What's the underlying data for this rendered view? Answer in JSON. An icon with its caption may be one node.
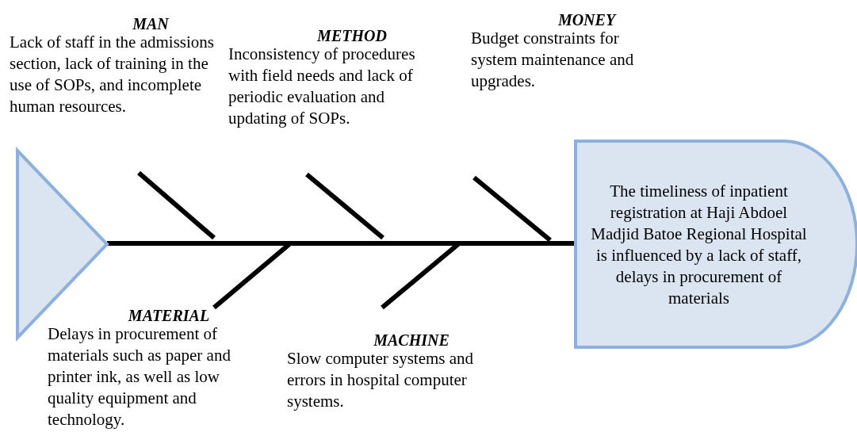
{
  "diagram": {
    "nodes": [
      {
        "text": [
          "MAN",
          "Lack of staff in the admissions section, lack of training in the use of SOPs, and incomplete human resources."
        ]
      },
      {
        "text": [
          "METHOD",
          "Inconsistency of procedures with field needs and lack of periodic evaluation and updating of SOPs."
        ]
      },
      {
        "text": [
          "MONEY",
          "Budget constraints for system maintenance and upgrades."
        ]
      },
      {
        "text": [],
        "shape": "triangle"
      },
      {
        "text": [
          "The timeliness of inpatient registration at Haji Abdoel Madjid Batoe Regional Hospital is influenced by a lack of staff, delays in procurement of materials"
        ]
      },
      {
        "text": [
          "MATERIAL",
          "Delays in procurement of materials such as paper and printer ink, as well as low quality equipment and technology."
        ]
      },
      {
        "text": [
          "MACHINE",
          "Slow computer systems and errors in hospital computer systems."
        ]
      }
    ],
    "edges": [
      {
        "from": 3,
        "to": 4,
        "arrow": "none"
      },
      {
        "from": 5,
        "to": null,
        "arrow": "none"
      },
      {
        "from": 6,
        "to": null,
        "arrow": "none"
      }
    ]
  }
}
